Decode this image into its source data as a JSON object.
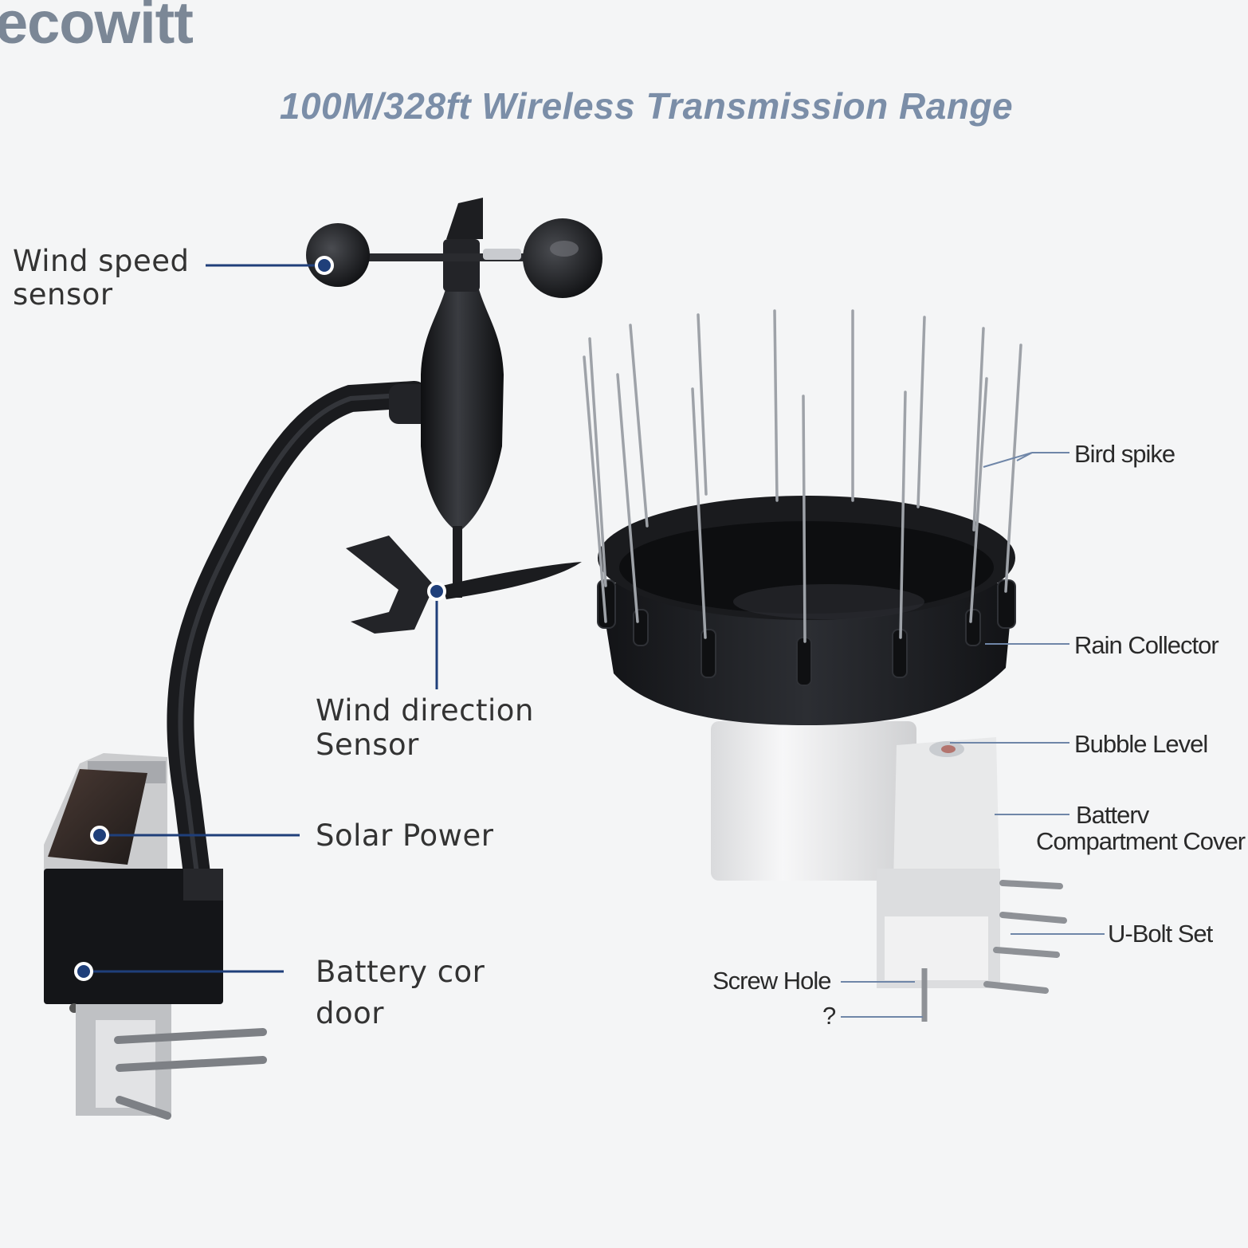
{
  "brand": {
    "logo_text": "ecowitt"
  },
  "headline": "100M/328ft Wireless Transmission Range",
  "left_labels": {
    "wind_speed_line1": "Wind speed",
    "wind_speed_line2": "sensor",
    "wind_dir_line1": "Wind direction",
    "wind_dir_line2": "Sensor",
    "solar": "Solar Power",
    "battery_line1": "Battery cor",
    "battery_line2": "door"
  },
  "right_labels": {
    "bird_spike": "Bird spike",
    "rain_collector": "Rain Collector",
    "bubble_level": "Bubble Level",
    "battery_line1": "Batterv",
    "battery_line2": "Compartment Cover",
    "ubolt": "U-Bolt Set",
    "screw_hole": "Screw Hole",
    "unknown": "?"
  },
  "colors": {
    "background": "#f4f5f6",
    "callout_blue": "#1f3f7a",
    "headline": "#7b8ea8",
    "device_dark": "#1b1c1f",
    "device_white": "#e9eaeb"
  }
}
